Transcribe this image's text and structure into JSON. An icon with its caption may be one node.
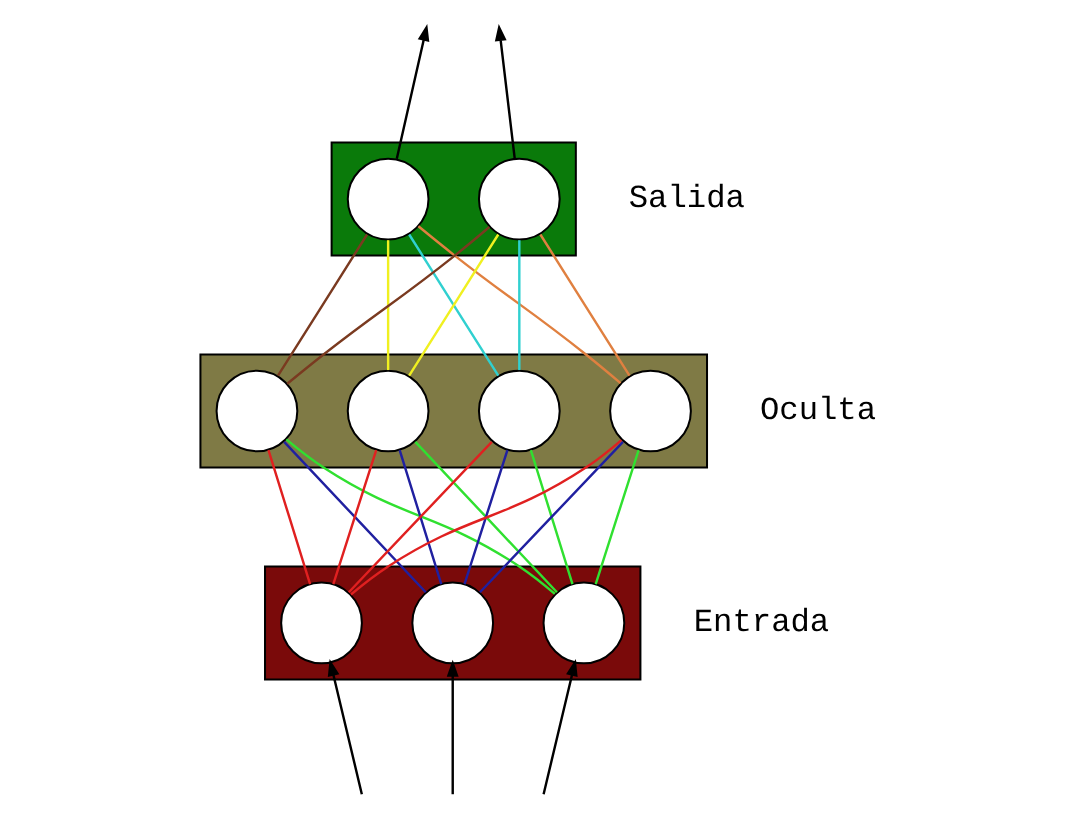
{
  "diagram": {
    "nodes": [
      {
        "text": [],
        "shape": "box",
        "beside": [
          "Salida"
        ]
      },
      {
        "text": [],
        "shape": "circle",
        "in": 0
      },
      {
        "text": [],
        "shape": "circle",
        "in": 0
      },
      {
        "text": [],
        "shape": "box",
        "beside": [
          "Oculta"
        ]
      },
      {
        "text": [],
        "shape": "circle",
        "in": 3
      },
      {
        "text": [],
        "shape": "circle",
        "in": 3
      },
      {
        "text": [],
        "shape": "circle",
        "in": 3
      },
      {
        "text": [],
        "shape": "circle",
        "in": 3
      },
      {
        "text": [],
        "shape": "box",
        "beside": [
          "Entrada"
        ]
      },
      {
        "text": [],
        "shape": "circle",
        "in": 8
      },
      {
        "text": [],
        "shape": "circle",
        "in": 8
      },
      {
        "text": [],
        "shape": "circle",
        "in": 8
      }
    ],
    "edges": [
      {
        "from": null,
        "to": 9,
        "arrow": "to"
      },
      {
        "from": null,
        "to": 10,
        "arrow": "to"
      },
      {
        "from": null,
        "to": 11,
        "arrow": "to"
      },
      {
        "from": 9,
        "to": 4,
        "arrow": "none",
        "color": "#e02020"
      },
      {
        "from": 9,
        "to": 5,
        "arrow": "none",
        "color": "#e02020"
      },
      {
        "from": 9,
        "to": 6,
        "arrow": "none",
        "color": "#e02020"
      },
      {
        "from": 9,
        "to": 7,
        "arrow": "none",
        "color": "#e02020"
      },
      {
        "from": 10,
        "to": 4,
        "arrow": "none",
        "color": "#2020a0"
      },
      {
        "from": 10,
        "to": 5,
        "arrow": "none",
        "color": "#2020a0"
      },
      {
        "from": 10,
        "to": 6,
        "arrow": "none",
        "color": "#2020a0"
      },
      {
        "from": 10,
        "to": 7,
        "arrow": "none",
        "color": "#2020a0"
      },
      {
        "from": 11,
        "to": 4,
        "arrow": "none",
        "color": "#30e030"
      },
      {
        "from": 11,
        "to": 5,
        "arrow": "none",
        "color": "#30e030"
      },
      {
        "from": 11,
        "to": 6,
        "arrow": "none",
        "color": "#30e030"
      },
      {
        "from": 11,
        "to": 7,
        "arrow": "none",
        "color": "#30e030"
      },
      {
        "from": 4,
        "to": 1,
        "arrow": "none",
        "color": "#7a3a20"
      },
      {
        "from": 4,
        "to": 2,
        "arrow": "none",
        "color": "#7a3a20"
      },
      {
        "from": 5,
        "to": 1,
        "arrow": "none",
        "color": "#f0f020"
      },
      {
        "from": 5,
        "to": 2,
        "arrow": "none",
        "color": "#f0f020"
      },
      {
        "from": 6,
        "to": 1,
        "arrow": "none",
        "color": "#30d0d0"
      },
      {
        "from": 6,
        "to": 2,
        "arrow": "none",
        "color": "#30d0d0"
      },
      {
        "from": 7,
        "to": 1,
        "arrow": "none",
        "color": "#e08040"
      },
      {
        "from": 7,
        "to": 2,
        "arrow": "none",
        "color": "#e08040"
      },
      {
        "from": 1,
        "to": null,
        "arrow": "to"
      },
      {
        "from": 2,
        "to": null,
        "arrow": "to"
      }
    ]
  }
}
